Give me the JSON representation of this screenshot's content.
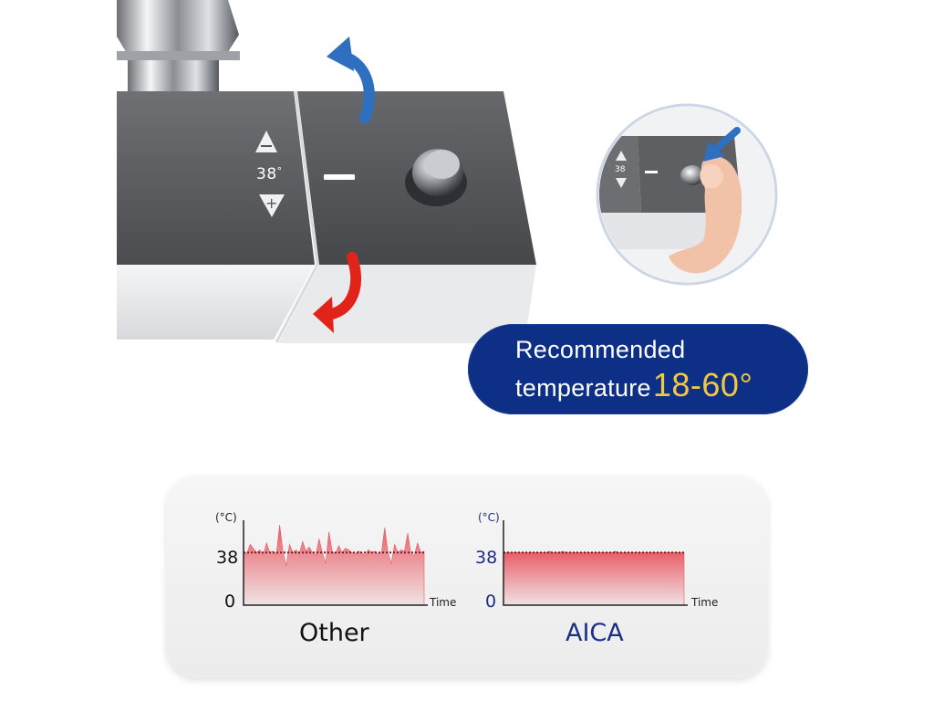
{
  "dial": {
    "temp_value": "38",
    "degree_symbol": "°",
    "minus_symbol": "–",
    "plus_symbol": "+"
  },
  "inset": {
    "temp_value": "38"
  },
  "recommendation": {
    "line1": "Recommended",
    "line2_prefix": "temperature",
    "range": "18-60°"
  },
  "colors": {
    "pill_bg": "#0d2f86",
    "range_text": "#f2c744",
    "arrow_blue": "#2f6fc0",
    "arrow_red": "#e2231a",
    "chart_fill_top": "#e84a55",
    "aica_text": "#1b2f86"
  },
  "icons": [
    "up-triangle-minus-icon",
    "down-triangle-plus-icon",
    "curved-arrow-blue-icon",
    "curved-arrow-red-icon",
    "press-arrow-icon"
  ],
  "chart_data": [
    {
      "type": "area",
      "title": "Other",
      "ylabel": "(°C)",
      "xlabel": "Time",
      "y_ticks": [
        "38",
        "0"
      ],
      "reference_line": 38,
      "ylim": [
        0,
        60
      ],
      "values": [
        39,
        37,
        44,
        41,
        38,
        40,
        36,
        45,
        38,
        39,
        37,
        58,
        39,
        28,
        44,
        38,
        40,
        37,
        46,
        39,
        42,
        38,
        36,
        48,
        38,
        30,
        53,
        39,
        37,
        43,
        38,
        41,
        40,
        38,
        37,
        39,
        38,
        36,
        40,
        38,
        39,
        37,
        38,
        56,
        38,
        30,
        44,
        38,
        40,
        39,
        52,
        37,
        36,
        45,
        38,
        39
      ]
    },
    {
      "type": "area",
      "title": "AICA",
      "ylabel": "(°C)",
      "xlabel": "Time",
      "y_ticks": [
        "38",
        "0"
      ],
      "reference_line": 38,
      "ylim": [
        0,
        60
      ],
      "values": [
        38,
        38,
        38,
        38,
        38,
        38,
        38,
        38,
        38,
        38,
        38,
        38,
        38,
        38,
        39,
        38,
        38,
        38,
        39,
        38,
        38,
        38,
        38,
        38,
        38,
        38,
        38,
        38,
        38,
        38,
        38,
        38,
        38,
        38,
        39,
        38,
        38,
        38,
        38,
        38,
        38,
        38,
        38,
        38,
        38,
        38,
        38,
        38,
        38,
        38,
        38,
        38,
        38,
        38,
        38,
        38
      ]
    }
  ]
}
